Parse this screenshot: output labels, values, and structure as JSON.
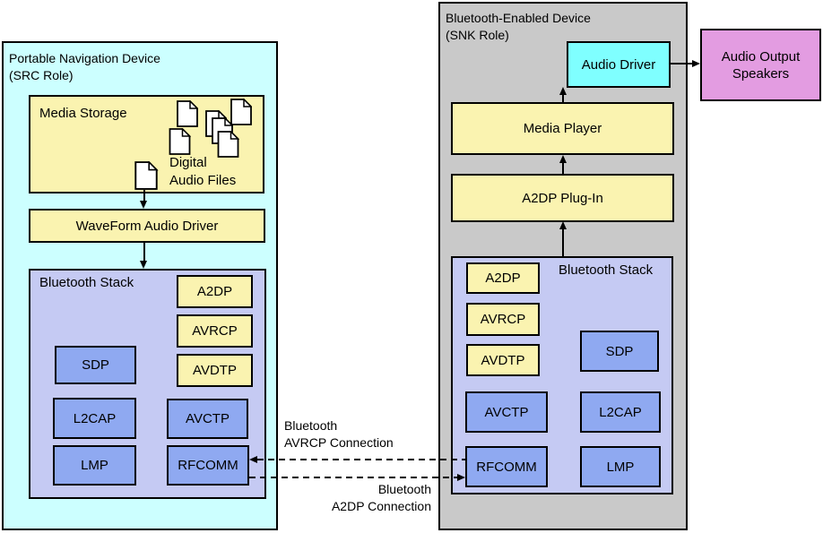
{
  "colors": {
    "left_device_bg": "#CCFFFF",
    "right_device_bg": "#C9C9C9",
    "yellow_box": "#FAF3B0",
    "stack_container_bg": "#C5CAF3",
    "blue_box": "#8FA9F1",
    "audio_driver_bg": "#7FFFFF",
    "speakers_bg": "#E39CE1",
    "border": "#000000"
  },
  "left_device": {
    "title_line1": "Portable Navigation Device",
    "title_line2": "(SRC Role)",
    "media_storage_label": "Media Storage",
    "digital_files_line1": "Digital",
    "digital_files_line2": "Audio Files",
    "waveform_label": "WaveForm Audio Driver",
    "stack": {
      "label": "Bluetooth Stack",
      "a2dp": "A2DP",
      "avrcp": "AVRCP",
      "avdtp": "AVDTP",
      "sdp": "SDP",
      "l2cap": "L2CAP",
      "lmp": "LMP",
      "avctp": "AVCTP",
      "rfcomm": "RFCOMM"
    }
  },
  "right_device": {
    "title_line1": "Bluetooth-Enabled Device",
    "title_line2": "(SNK Role)",
    "audio_driver_label": "Audio Driver",
    "media_player_label": "Media Player",
    "a2dp_plugin_label": "A2DP Plug-In",
    "stack": {
      "label": "Bluetooth Stack",
      "a2dp": "A2DP",
      "avrcp": "AVRCP",
      "avdtp": "AVDTP",
      "sdp": "SDP",
      "l2cap": "L2CAP",
      "lmp": "LMP",
      "avctp": "AVCTP",
      "rfcomm": "RFCOMM"
    }
  },
  "speakers": {
    "line1": "Audio Output",
    "line2": "Speakers"
  },
  "connections": {
    "avrcp_line1": "Bluetooth",
    "avrcp_line2": "AVRCP Connection",
    "a2dp_line1": "Bluetooth",
    "a2dp_line2": "A2DP Connection"
  }
}
